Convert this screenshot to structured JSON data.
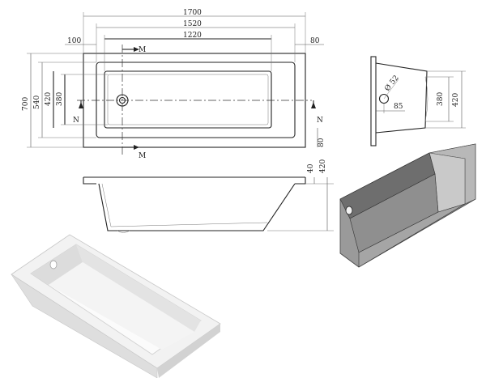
{
  "plan_view": {
    "dims": {
      "overall_length": "1700",
      "inner_length": "1520",
      "bottom_length": "1220",
      "left_offset": "100",
      "right_offset": "80",
      "overall_width": "700",
      "inner_width": "540",
      "width_420": "420",
      "width_380": "380",
      "bottom_offset": "80"
    },
    "section_markers": {
      "m": "M",
      "n": "N"
    }
  },
  "side_view": {
    "dims": {
      "rim_height": "40",
      "depth": "420"
    }
  },
  "end_view": {
    "dims": {
      "drain_diameter": "Ø 52",
      "drain_offset": "85",
      "height_380": "380",
      "height_420": "420"
    }
  },
  "colors": {
    "line": "#222222",
    "dimension": "#555555",
    "render_light": "#f2f2f2",
    "render_shadow": "#9a9a9a",
    "render_dark": "#6e6e6e"
  }
}
